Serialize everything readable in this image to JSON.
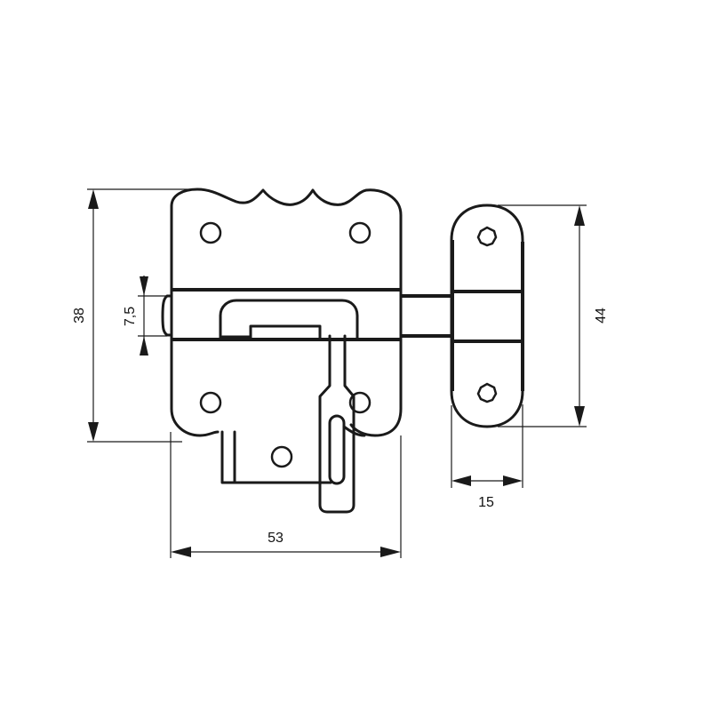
{
  "drawing": {
    "subject": "barrel bolt latch technical drawing",
    "line_color": "#1a1a1a",
    "background": "#ffffff",
    "units": "mm"
  },
  "dimensions": {
    "height_plate": {
      "label": "38",
      "orientation": "vertical"
    },
    "bolt_diameter": {
      "label": "7,5",
      "orientation": "vertical"
    },
    "width_plate": {
      "label": "53",
      "orientation": "horizontal"
    },
    "keeper_height": {
      "label": "44",
      "orientation": "vertical"
    },
    "keeper_width": {
      "label": "15",
      "orientation": "horizontal"
    }
  },
  "parts": [
    {
      "name": "back-plate",
      "holes": 5
    },
    {
      "name": "bolt",
      "handle": "slotted lever"
    },
    {
      "name": "keeper",
      "holes": 2,
      "hole_shape": "hexagonal"
    }
  ]
}
